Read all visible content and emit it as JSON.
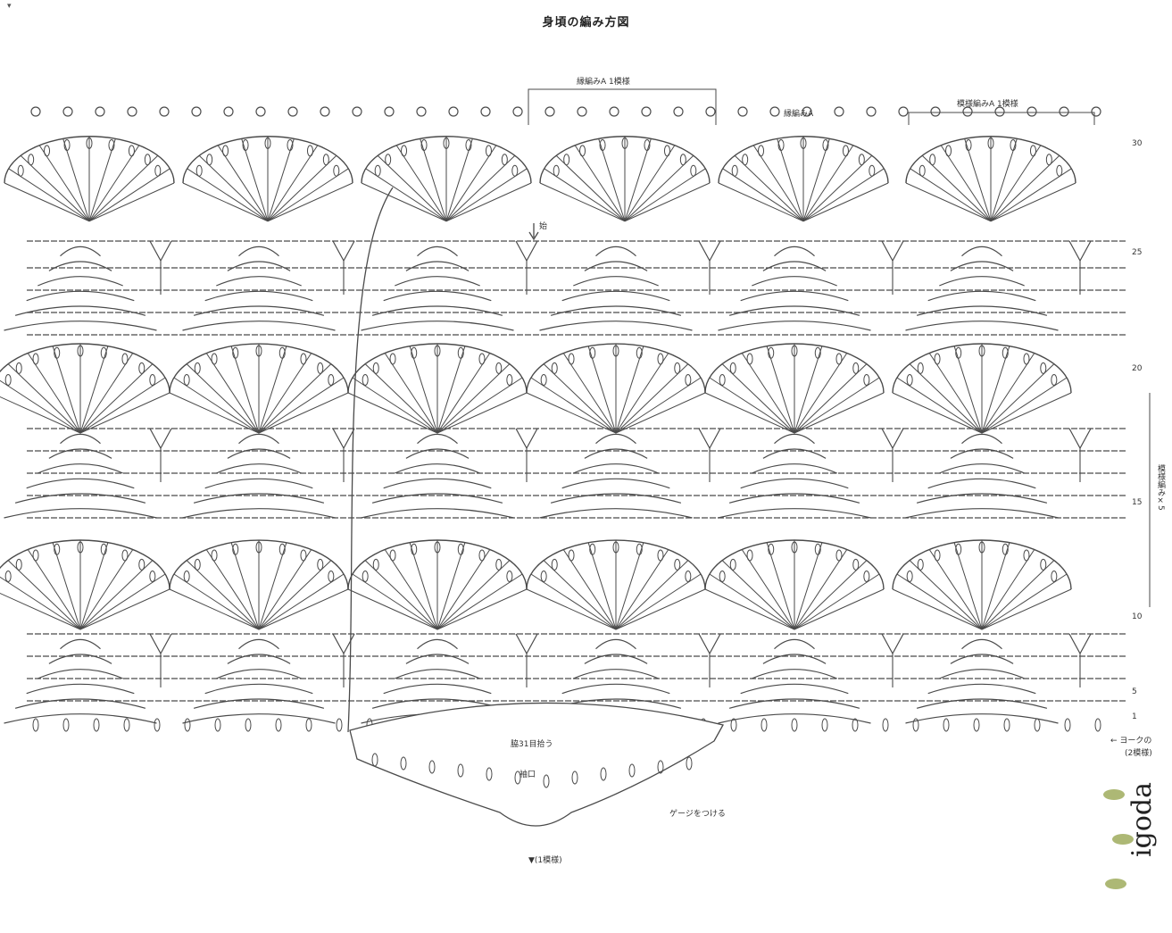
{
  "title": "身頃の編み方図",
  "corner_mark": "▾",
  "labels": {
    "pattern_a_repeat": "縁編みA 1模様",
    "edging_a": "縁編みA",
    "pattern_b_repeat": "模様編みA 1模様",
    "start_mark": "始",
    "side_sew": "脇31目拾う",
    "armhole": "袖口",
    "attach_point": "ゲージをつける",
    "back_center": "▼(1模様)",
    "yoke_note": "← ヨークの",
    "yoke_note_2": "(2模様)",
    "side_vertical": "模様編み×5"
  },
  "row_numbers": [
    "30",
    "25",
    "20",
    "15",
    "10",
    "5",
    "1"
  ],
  "watermark": "igoda",
  "colors": {
    "line": "#4a4a4a",
    "background": "#ffffff"
  }
}
